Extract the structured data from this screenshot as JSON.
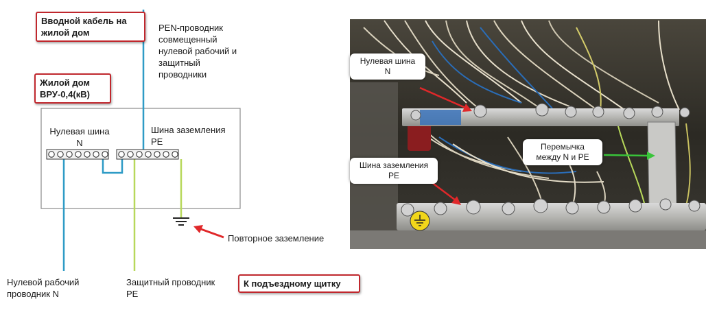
{
  "diagram": {
    "incoming_cable_lines": [
      "Вводной кабель на",
      "жилой дом"
    ],
    "pen_description_lines": [
      "PEN-проводник",
      "совмещенный",
      "нулевой рабочий и",
      "защитный",
      "проводники"
    ],
    "house_lines": [
      "Жилой дом",
      "ВРУ-0,4(кВ)"
    ],
    "neutral_bus_lines": [
      "Нулевая шина",
      "N"
    ],
    "ground_bus_lines": [
      "Шина заземления",
      "PE"
    ],
    "repeat_grounding": "Повторное заземление",
    "neutral_wire_lines": [
      "Нулевой рабочий",
      "проводник N"
    ],
    "protective_wire_lines": [
      "Защитный проводник",
      "PE"
    ],
    "to_panel": "К подъездному щитку"
  },
  "photo": {
    "neutral_bus_lines": [
      "Нулевая шина",
      "N"
    ],
    "ground_bus_lines": [
      "Шина заземления",
      "PE"
    ],
    "jumper_lines": [
      "Перемычка",
      "между N и PE"
    ]
  },
  "colors": {
    "neutral": "#2e9bc6",
    "pe": "#b7d85a",
    "frame_red": "#c0272d",
    "arrow_red": "#e0282a",
    "arrow_green": "#39c43a"
  }
}
